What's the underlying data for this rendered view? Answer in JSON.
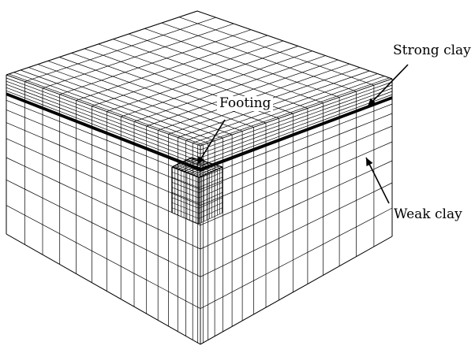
{
  "labels": {
    "strong_clay": "Strong clay",
    "footing": "Footing",
    "weak_clay": "Weak clay"
  },
  "colors": {
    "mesh_line": "#000000",
    "background": "#ffffff"
  }
}
